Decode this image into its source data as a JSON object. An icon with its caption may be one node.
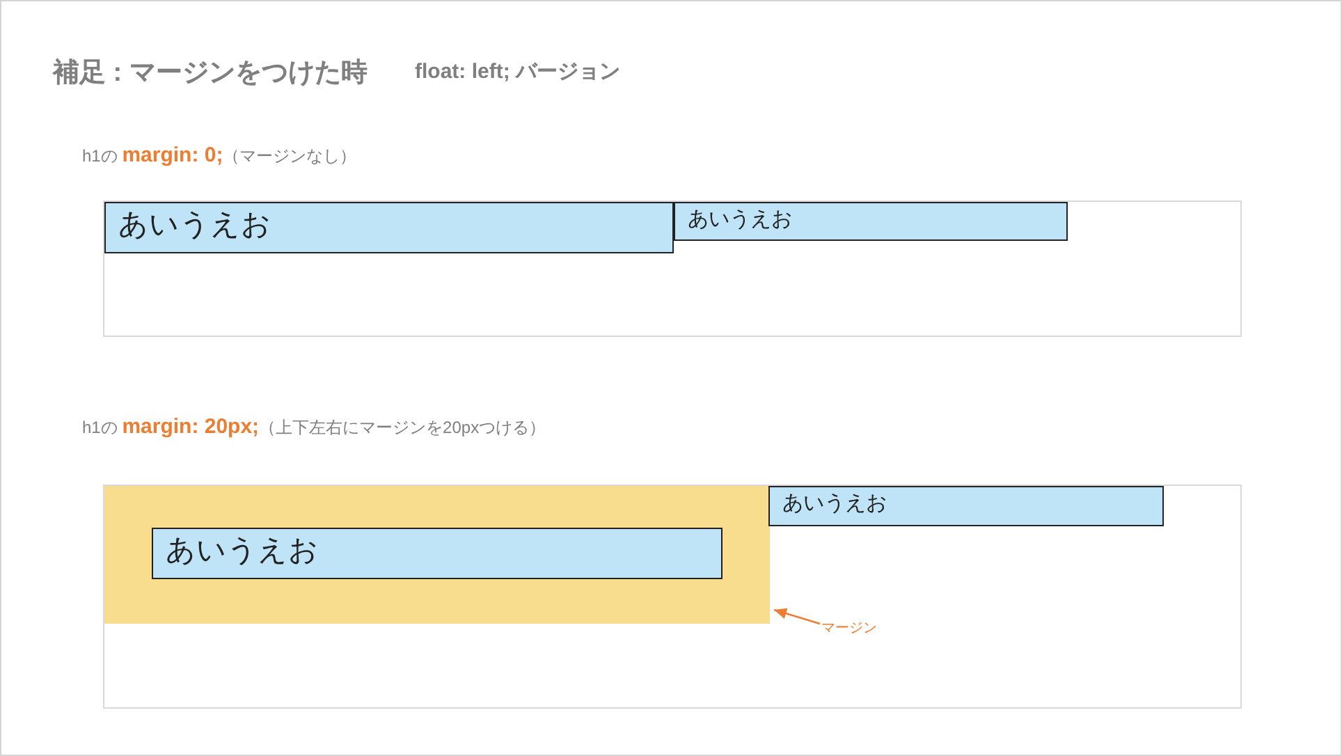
{
  "diagram": {
    "title": "補足 : マージンをつけた時",
    "nodes": [
      {
        "text": [],
        "shape": "box"
      },
      {
        "text": [
          "あいうえお"
        ],
        "in": 0
      },
      {
        "text": [
          "あいうえお"
        ],
        "in": 0
      },
      {
        "text": [],
        "shape": "box"
      },
      {
        "text": [],
        "shape": "box",
        "in": 3
      },
      {
        "text": [
          "あいうえお"
        ],
        "in": 4
      },
      {
        "text": [
          "あいうえお"
        ],
        "in": 3
      },
      {
        "text": [
          "マージン"
        ],
        "in": 3
      }
    ],
    "edges": [
      {
        "from": 7,
        "to": 4,
        "arrow": "to",
        "color": "#ed7d31"
      }
    ],
    "labels": [
      "float: left; バージョン",
      "h1の **margin: 0;**（マージンなし）",
      "h1の **margin: 20px;**（上下左右にマージンを20pxつける）"
    ]
  }
}
